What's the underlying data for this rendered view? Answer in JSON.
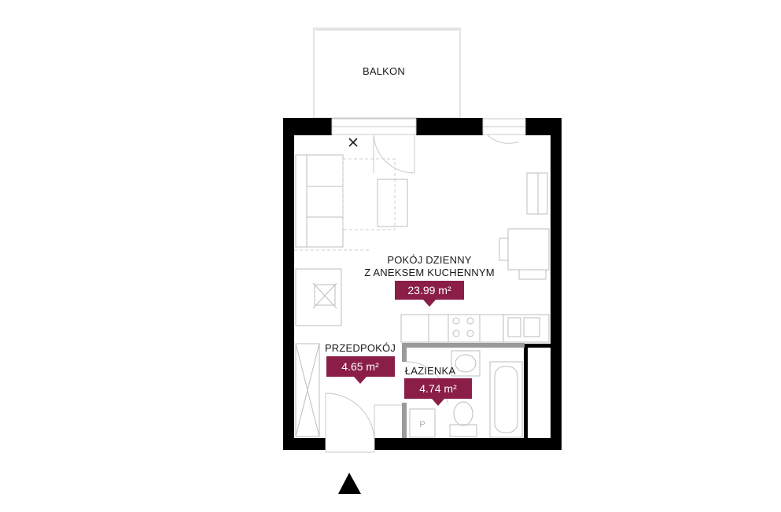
{
  "rooms": {
    "balcony": {
      "label": "BALKON"
    },
    "living": {
      "label_line1": "POKÓJ DZIENNY",
      "label_line2": "Z ANEKSEM KUCHENNYM",
      "area": "23.99 m²"
    },
    "hallway": {
      "label": "PRZEDPOKÓJ",
      "area": "4.65 m²"
    },
    "bathroom": {
      "label": "ŁAZIENKA",
      "area": "4.74 m²"
    }
  },
  "colors": {
    "wall": "#000000",
    "area_badge": "#8a1e47",
    "thin_line": "#c8c8c8"
  },
  "icons": [
    "entrance-arrow-icon",
    "ventilation-x-icon",
    "bathroom-p-icon"
  ]
}
